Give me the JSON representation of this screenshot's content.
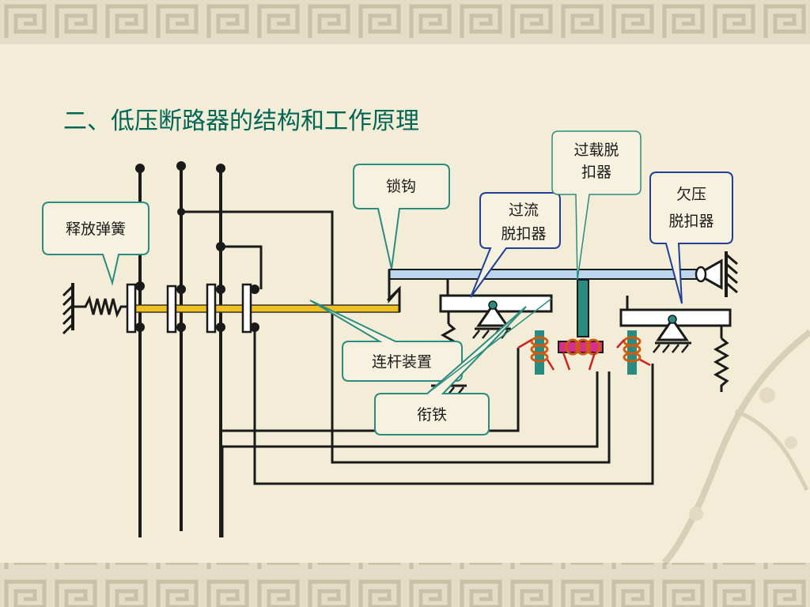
{
  "slide": {
    "title": "二、低压断路器的结构和工作原理"
  },
  "labels": {
    "release_spring": "释放弹簧",
    "latch_hook": "锁钩",
    "overcurrent_release": [
      "过流",
      "脱扣器"
    ],
    "overload_release": [
      "过载脱",
      "扣器"
    ],
    "undervoltage_release": [
      "欠压",
      "脱扣器"
    ],
    "linkage": "连杆装置",
    "armature": "衔铁"
  },
  "colors": {
    "title": "#006655",
    "callout_border_teal": "#2a8c80",
    "callout_border_blue": "#1f3f99",
    "wire": "#1a1a1a",
    "contact_bar": "#f0c020",
    "latch_bar": "#bcd6ee",
    "coil": "#d05a10",
    "core": "#2a8c80"
  }
}
